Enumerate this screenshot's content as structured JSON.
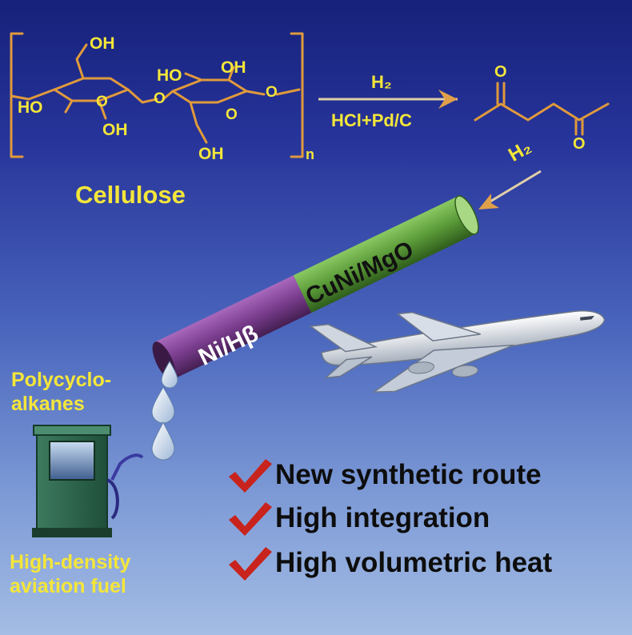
{
  "structure": {
    "oh1": "OH",
    "oh2": "OH",
    "ho1": "HO",
    "ho2": "HO",
    "oh3": "OH",
    "oh4": "OH",
    "ring_o1": "O",
    "ring_o2": "O",
    "link_o1": "O",
    "link_o2": "O",
    "repeat_n": "n",
    "name": "Cellulose"
  },
  "reaction": {
    "reagent_top": "H₂",
    "reagent_bottom": "HCl+Pd/C",
    "product_o1": "O",
    "product_o2": "O"
  },
  "reactor": {
    "h2_feed": "H₂",
    "catalyst_upper": "CuNi/MgO",
    "catalyst_lower": "Ni/Hβ"
  },
  "products": {
    "polycyclo": "Polycyclo-\nalkanes",
    "fuel": "High-density\naviation fuel"
  },
  "highlights": [
    "New synthetic route",
    "High integration",
    "High volumetric heat"
  ],
  "colors": {
    "label_yellow": "#f4e63a",
    "bond_orange": "#e09a3c",
    "check_red": "#c8231c",
    "catalyst_green": "#5a9a38",
    "catalyst_purple": "#7a3d8e"
  },
  "icons": [
    "fuel-pump-icon",
    "airplane-icon",
    "checkmark-icon",
    "droplet-icon"
  ]
}
